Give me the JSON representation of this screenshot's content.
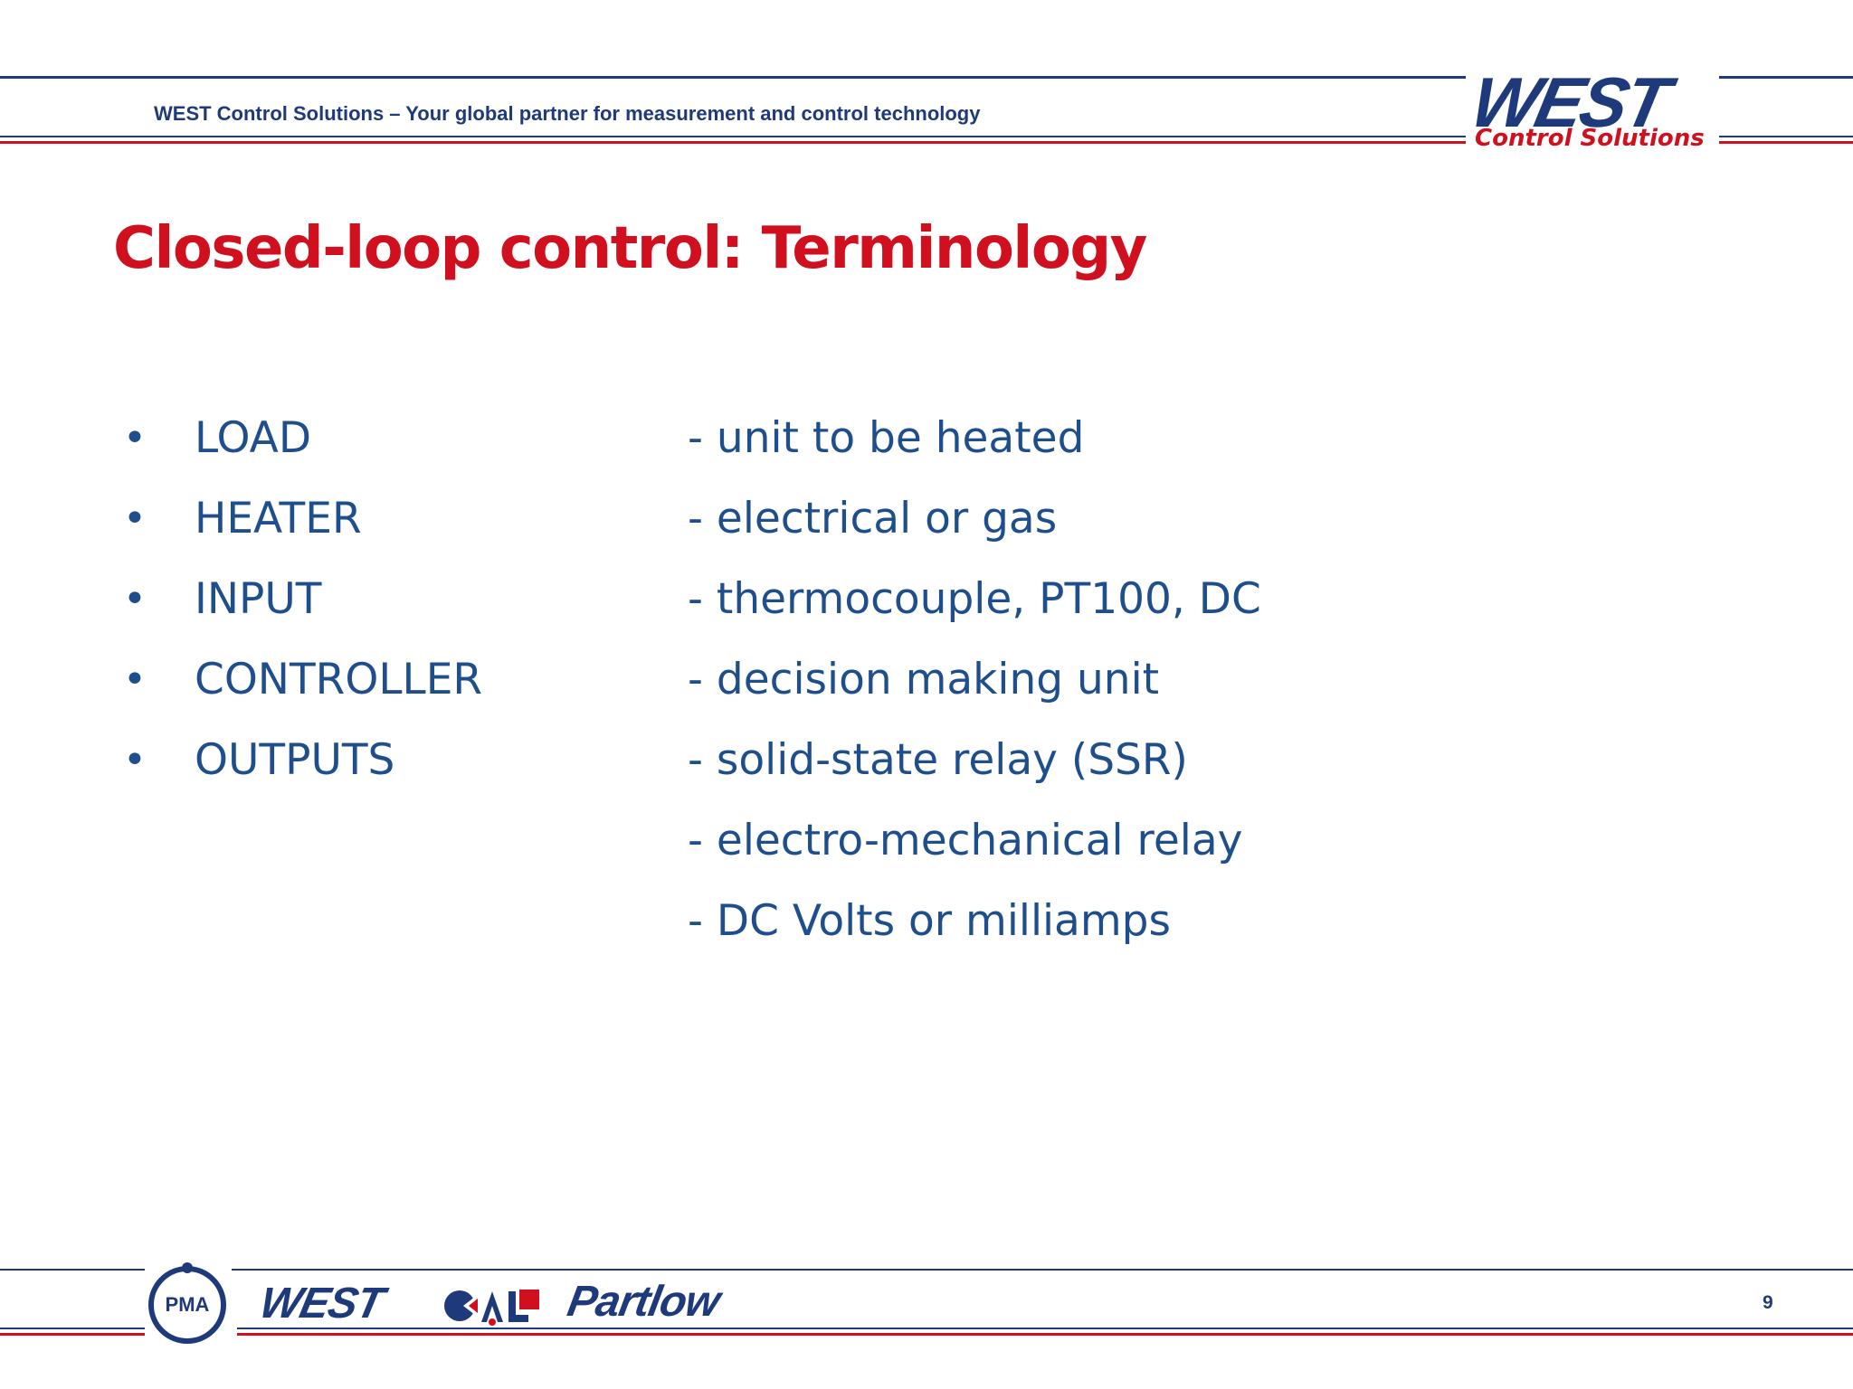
{
  "header": {
    "tagline": "WEST Control Solutions – Your global partner for measurement and control technology",
    "logo": {
      "brand": "WEST",
      "subtitle": "Control Solutions"
    }
  },
  "slide": {
    "title": "Closed-loop control: Terminology",
    "terms": [
      {
        "term": "LOAD",
        "description": "- unit to be heated"
      },
      {
        "term": "HEATER",
        "description": "- electrical or gas"
      },
      {
        "term": "INPUT",
        "description": "- thermocouple, PT100, DC"
      },
      {
        "term": "CONTROLLER",
        "description": "- decision making unit"
      },
      {
        "term": "OUTPUTS",
        "description": "- solid-state relay (SSR)"
      }
    ],
    "extra_descriptions": [
      "- electro-mechanical relay",
      "- DC Volts or milliamps"
    ],
    "bullet_glyph": "•"
  },
  "footer": {
    "brands": {
      "pma": "PMA",
      "west": "WEST",
      "partlow": "Partlow"
    },
    "page_number": "9"
  },
  "colors": {
    "navy": "#1f3a7a",
    "red": "#d0101e",
    "text_blue": "#1f4e8c"
  }
}
